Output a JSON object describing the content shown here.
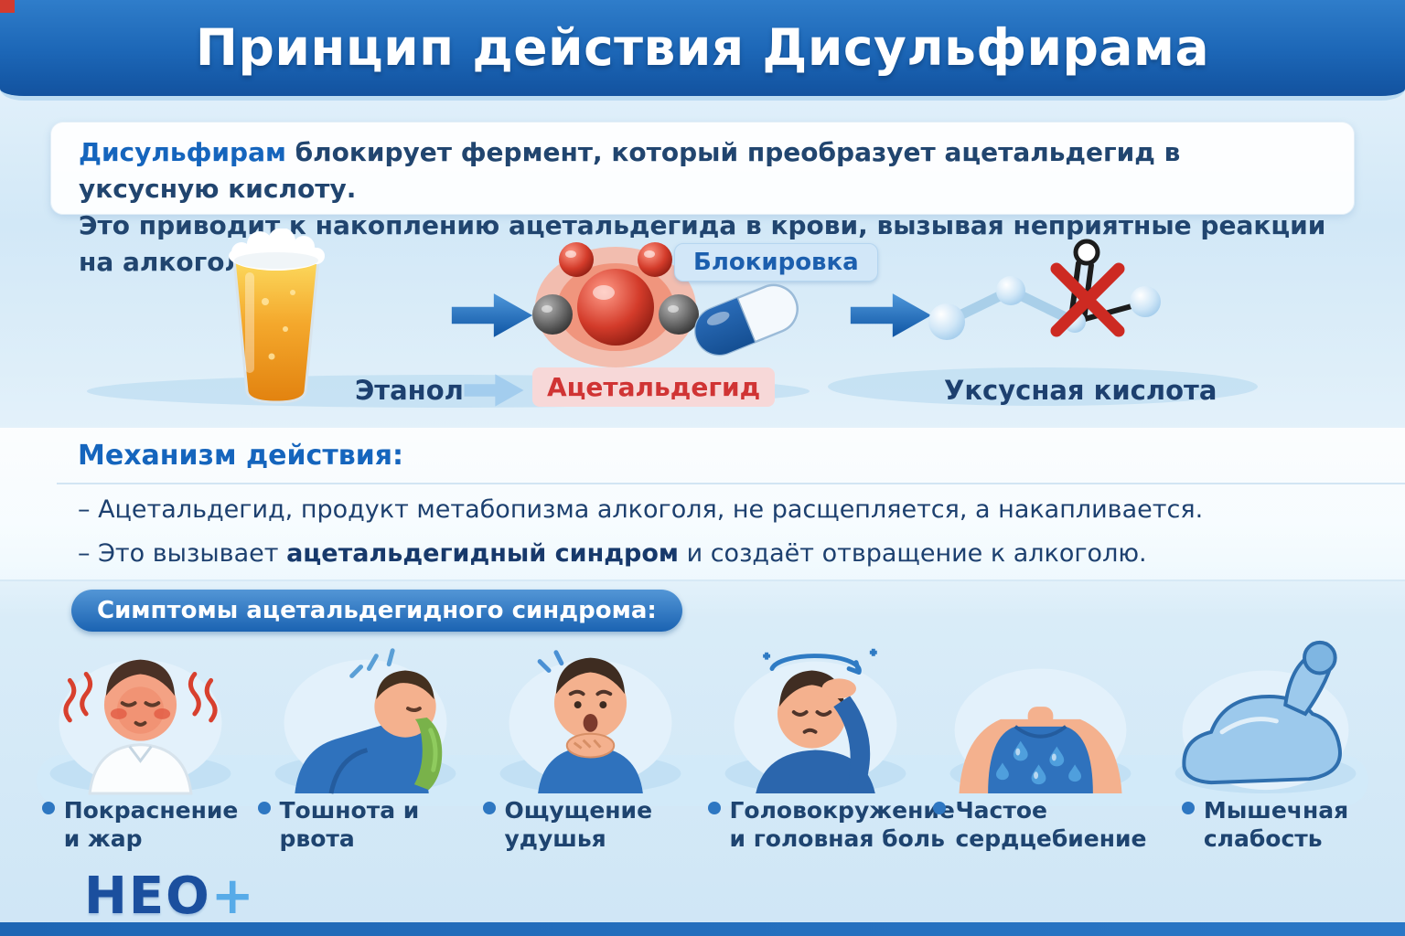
{
  "header": {
    "title": "Принцип действия Дисульфирама"
  },
  "intro": {
    "term": "Дисульфирам",
    "line1_rest": " блокирует фермент, который преобразует ацетальдегид в уксусную кислоту.",
    "line2": "Это приводит к накоплению ацетальдегида в крови, вызывая неприятные реакции на алкоголь."
  },
  "flow": {
    "ethanol": "Этанол",
    "acetaldehyde": "Ацетальдегид",
    "blockade": "Блокировка",
    "acetic_acid": "Уксусная кислота"
  },
  "mechanism": {
    "heading": "Механизм действия:",
    "bullet1": "– Ацетальдегид, продукт метабопизма алкоголя, не расщепляется, а накапливается.",
    "bullet2_pre": "– Это вызывает ",
    "bullet2_bold": "ацетальдегидный синдром",
    "bullet2_post": " и создаёт отвращение к алкоголю."
  },
  "symptoms": {
    "heading": "Симптомы ацетальдегидного синдрома:",
    "items": [
      {
        "label": "Покраснение\nи жар"
      },
      {
        "label": "Тошнота и рвота"
      },
      {
        "label": "Ощущение удушья"
      },
      {
        "label": "Головокружение\nи головная боль"
      },
      {
        "label": "Частое\nсердцебиение"
      },
      {
        "label": "Мышечная\nслабость"
      }
    ]
  },
  "footer": {
    "logo_text": "НЕО",
    "logo_plus": "+"
  },
  "colors": {
    "accent_blue": "#1b63b2",
    "alert_red": "#d03434",
    "header_blue": "#1c66b6"
  }
}
